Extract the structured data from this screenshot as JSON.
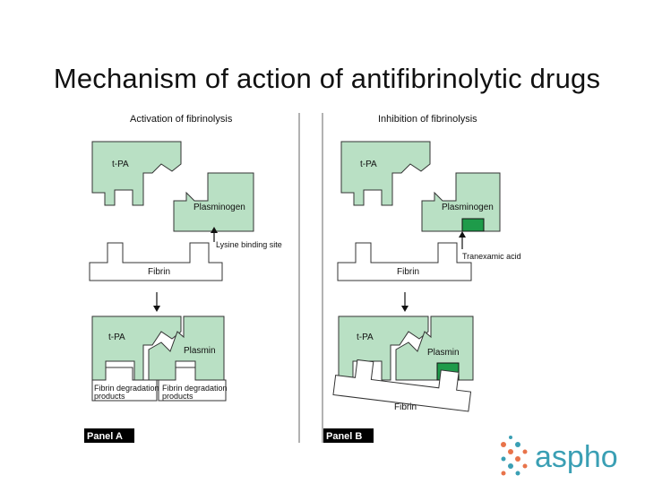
{
  "slide": {
    "title": "Mechanism of action of antifibrinolytic drugs"
  },
  "panel_a": {
    "heading": "Activation of fibrinolysis",
    "tpa_top": "t-PA",
    "plasminogen": "Plasminogen",
    "lysine_site": "Lysine binding site",
    "fibrin": "Fibrin",
    "tpa_bottom": "t-PA",
    "plasmin": "Plasmin",
    "fdp_left_1": "Fibrin degradation",
    "fdp_left_2": "products",
    "fdp_right_1": "Fibrin degradation",
    "fdp_right_2": "products",
    "tag": "Panel A"
  },
  "panel_b": {
    "heading": "Inhibition of fibrinolysis",
    "tpa_top": "t-PA",
    "plasminogen": "Plasminogen",
    "tranexamic": "Tranexamic acid",
    "fibrin": "Fibrin",
    "tpa_bottom": "t-PA",
    "plasmin": "Plasmin",
    "fibrin_bottom": "Fibrin",
    "tag": "Panel B"
  },
  "logo": {
    "text": "aspho",
    "color": "#3a9fb4",
    "accent": "#e8734a"
  },
  "colors": {
    "protein_fill": "#b9e0c4",
    "inhibitor_fill": "#1e9b4a"
  }
}
